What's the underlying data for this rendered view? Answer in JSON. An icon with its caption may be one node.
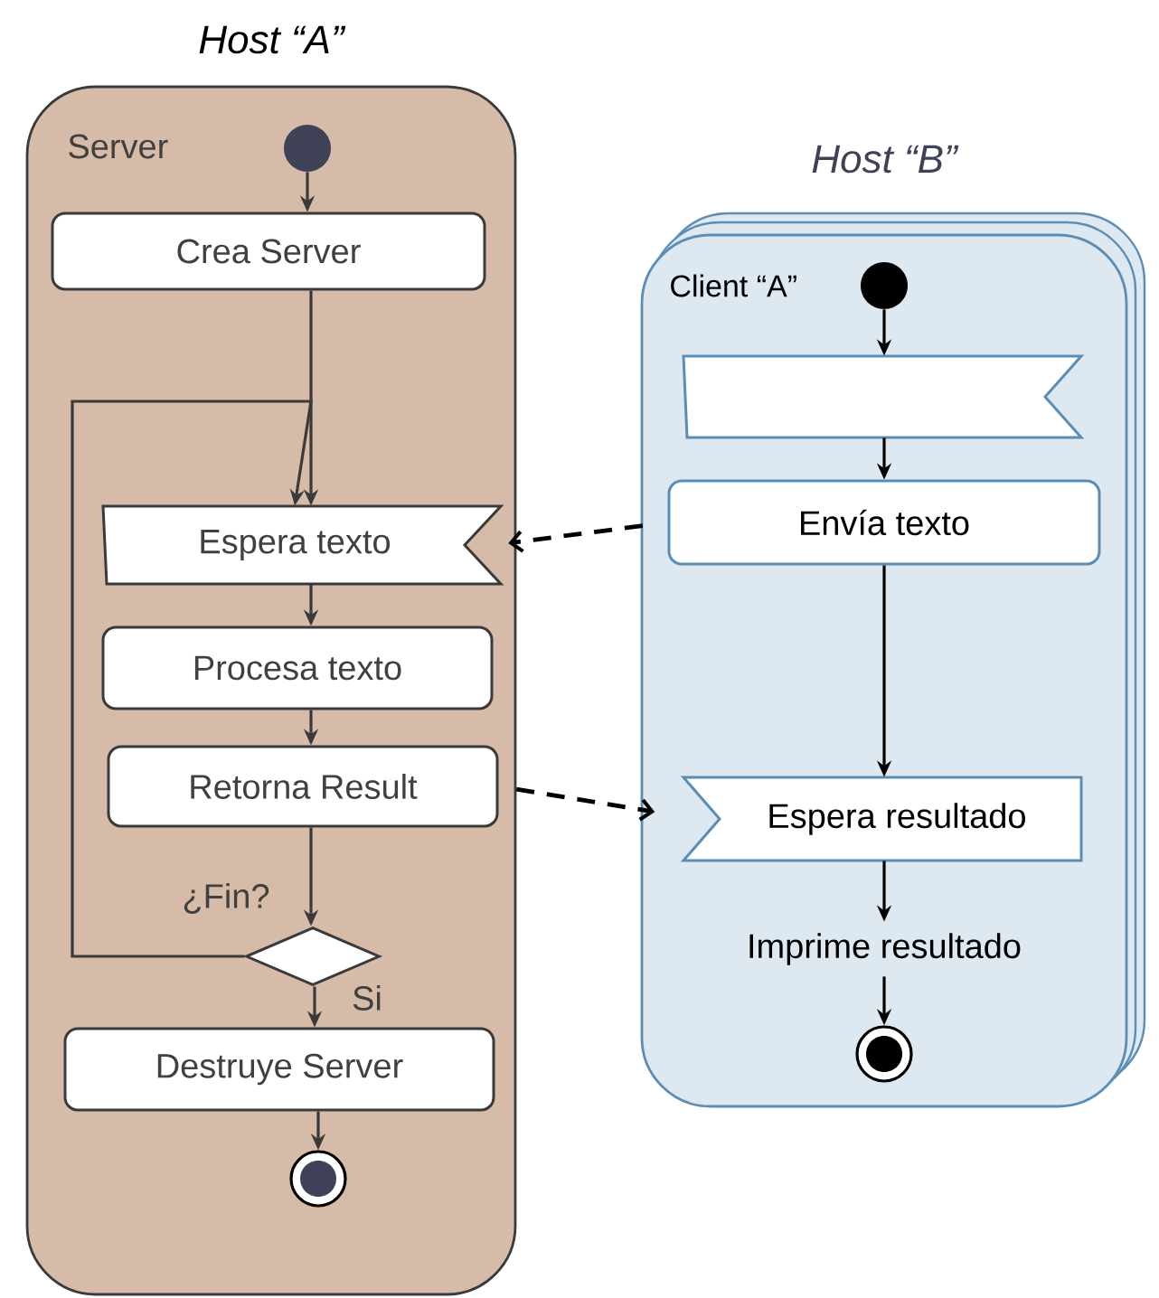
{
  "diagram": {
    "nodes": [
      {
        "text": [
          "Server"
        ],
        "beside": [
          "Host “A”"
        ]
      },
      {
        "text": [],
        "shape": "circle",
        "in": 0
      },
      {
        "text": [
          "Crea Server"
        ],
        "in": 0
      },
      {
        "text": [
          "Espera texto"
        ],
        "in": 0
      },
      {
        "text": [
          "Procesa texto"
        ],
        "in": 0
      },
      {
        "text": [
          "Retorna Result"
        ],
        "in": 0
      },
      {
        "text": [],
        "shape": "diamond",
        "in": 0,
        "beside": [
          "¿Fin?"
        ]
      },
      {
        "text": [
          "Destruye Server"
        ],
        "in": 0
      },
      {
        "text": [],
        "shape": "circle",
        "in": 0
      },
      {
        "text": [
          "Client “A”"
        ],
        "beside": [
          "Host “B”"
        ]
      },
      {
        "text": [],
        "shape": "circle",
        "in": 9
      },
      {
        "text": [],
        "shape": "flag",
        "in": 9
      },
      {
        "text": [
          "Envía texto"
        ],
        "in": 9
      },
      {
        "text": [
          "Espera resultado"
        ],
        "in": 9
      },
      {
        "text": [
          "Imprime resultado"
        ],
        "in": 9
      },
      {
        "text": [],
        "shape": "circle",
        "in": 9
      }
    ],
    "edges": [
      {
        "from": 1,
        "to": 2,
        "arrow": "to"
      },
      {
        "from": 2,
        "to": 3,
        "arrow": "to"
      },
      {
        "from": 3,
        "to": 4,
        "arrow": "to"
      },
      {
        "from": 4,
        "to": 5,
        "arrow": "to"
      },
      {
        "from": 5,
        "to": 6,
        "arrow": "to"
      },
      {
        "from": 6,
        "to": 7,
        "arrow": "to",
        "label": "Si"
      },
      {
        "from": 6,
        "to": 3,
        "arrow": "to"
      },
      {
        "from": 7,
        "to": 8,
        "arrow": "to"
      },
      {
        "from": 10,
        "to": 11,
        "arrow": "to",
        "color": "#000000"
      },
      {
        "from": 11,
        "to": 12,
        "arrow": "to",
        "color": "#000000"
      },
      {
        "from": 12,
        "to": 13,
        "arrow": "to",
        "color": "#000000"
      },
      {
        "from": 13,
        "to": 14,
        "arrow": "to",
        "color": "#000000"
      },
      {
        "from": 14,
        "to": 15,
        "arrow": "to",
        "color": "#000000"
      },
      {
        "from": 12,
        "to": 3,
        "arrow": "to",
        "style": "dashed",
        "color": "#000000"
      },
      {
        "from": 5,
        "to": 13,
        "arrow": "to",
        "style": "dashed",
        "color": "#000000"
      }
    ]
  }
}
